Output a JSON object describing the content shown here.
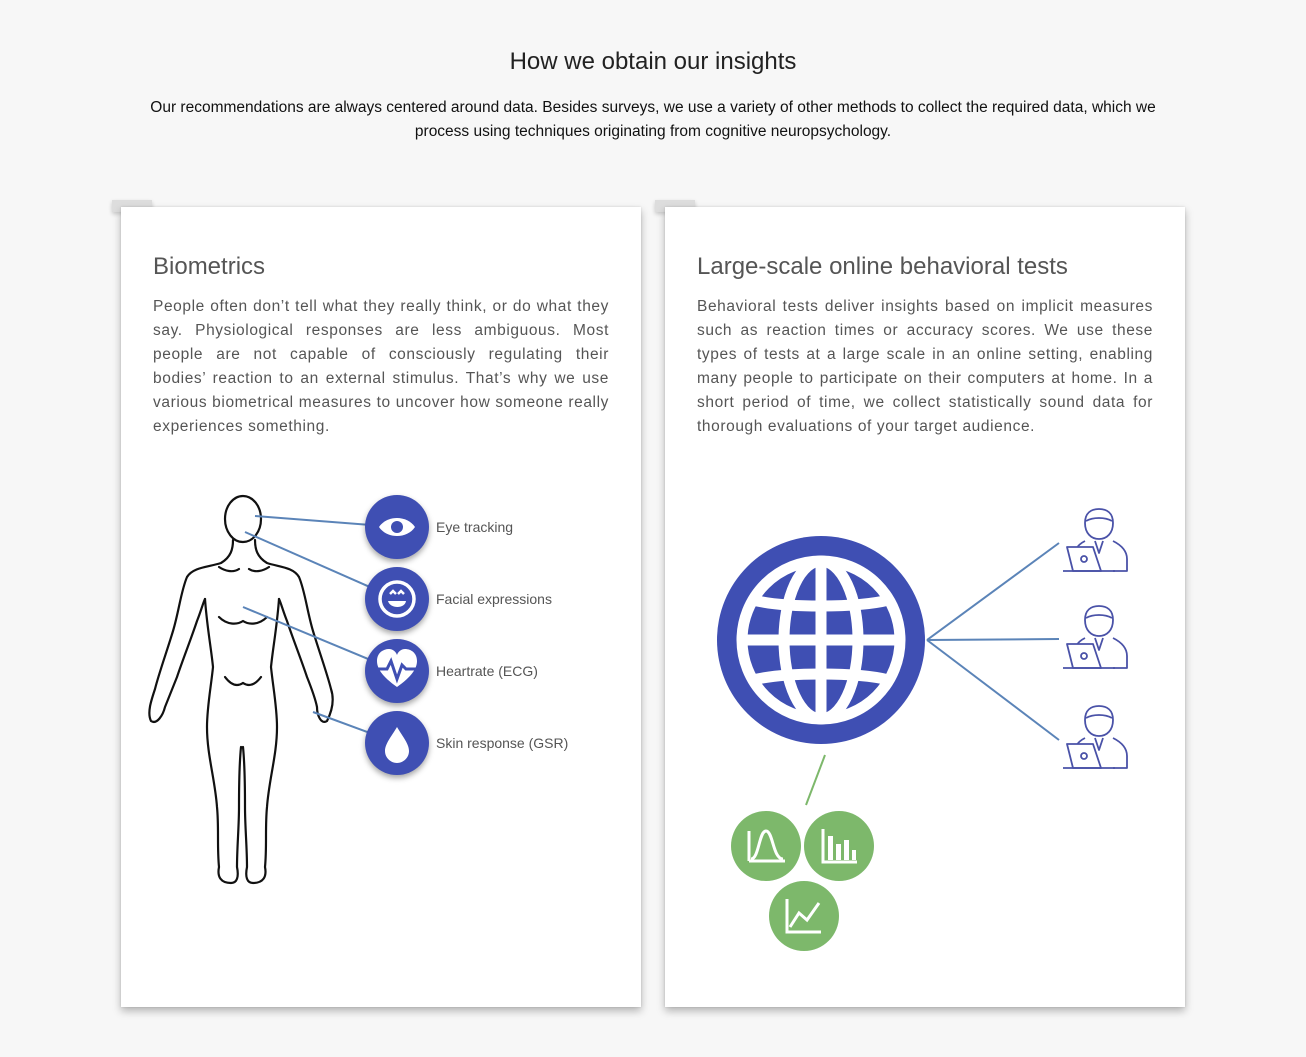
{
  "header": {
    "title": "How we obtain our insights",
    "subtitle": "Our recommendations are always centered around data. Besides surveys, we use a variety of other methods to collect the required data, which we process using techniques originating from cognitive neuropsychology."
  },
  "cards": [
    {
      "title": "Biometrics",
      "text": "People often don’t tell what they really think, or do what they say. Physiological responses are less ambiguous. Most people are not capable of consciously regulating their bodies’ reaction to an external stimulus. That’s why we use various biometrical measures to uncover how someone really experiences something.",
      "measures": [
        {
          "label": "Eye tracking",
          "icon": "eye-icon"
        },
        {
          "label": "Facial expressions",
          "icon": "smiley-icon"
        },
        {
          "label": "Heartrate (ECG)",
          "icon": "heart-pulse-icon"
        },
        {
          "label": "Skin response (GSR)",
          "icon": "droplet-icon"
        }
      ]
    },
    {
      "title": "Large-scale online behavioral tests",
      "text": "Behavioral tests deliver insights based on implicit measures such as reaction times or accuracy scores. We use these types of tests at a large scale in an online setting, enabling many people to participate on their computers at home. In a short period of time, we collect statistically sound data for thorough evaluations of your target audience.",
      "icons": [
        "globe-icon",
        "person-laptop-icon",
        "distribution-chart-icon",
        "bar-chart-icon",
        "line-chart-icon"
      ]
    }
  ],
  "colors": {
    "accent_blue": "#3f4fb3",
    "accent_green": "#7db86b",
    "line_blue": "#5b84b8",
    "user_outline": "#4a52a8"
  }
}
